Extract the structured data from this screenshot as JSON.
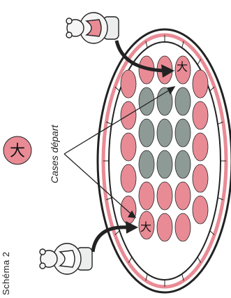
{
  "schema_label": "Schéma 2",
  "start_squares_label": "Cases départ",
  "start_glyph": "大",
  "colors": {
    "pink": "#e98b95",
    "grey": "#8e9a95",
    "outline": "#222222",
    "background": "#ffffff"
  },
  "icons": {
    "top_piece": "sumo-wrestler-figurine",
    "bottom_piece": "sumo-wrestler-figurine"
  }
}
